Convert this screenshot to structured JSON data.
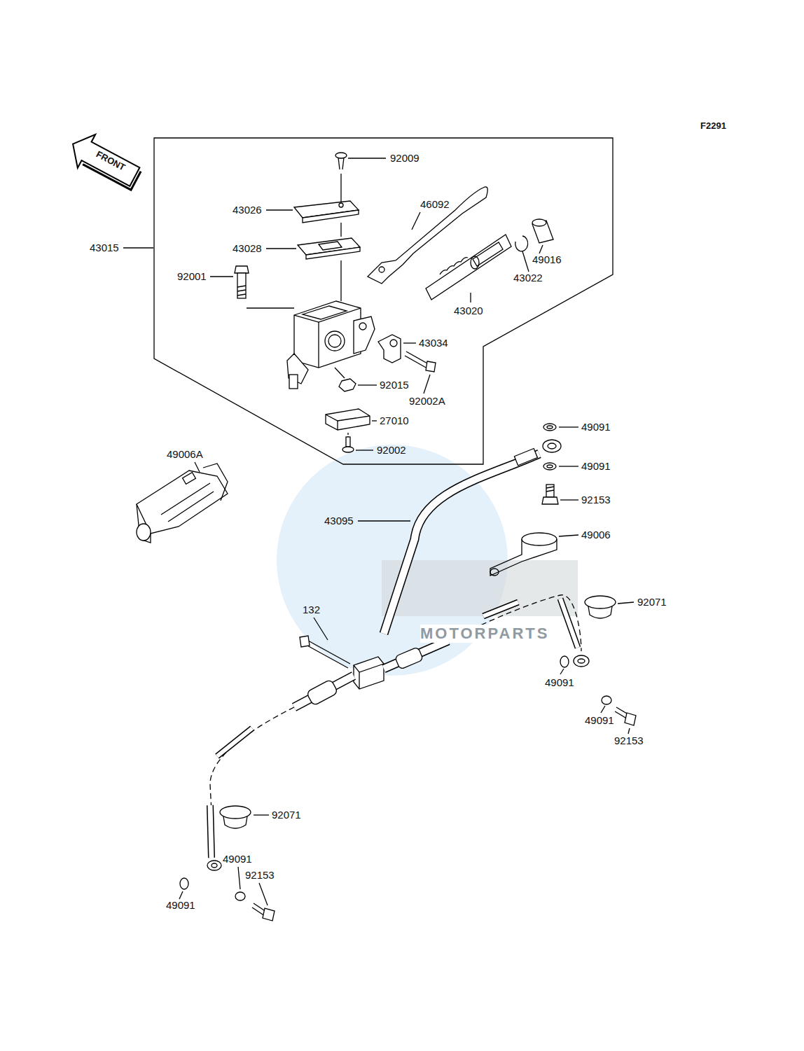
{
  "diagram": {
    "labels": [
      "F2291",
      "FRONT",
      "92009",
      "43026",
      "46092",
      "43015",
      "43028",
      "49016",
      "92001",
      "43022",
      "43020",
      "43034",
      "92015",
      "92002A",
      "27010",
      "49091",
      "92002",
      "49006A",
      "49091",
      "92153",
      "43095",
      "49006",
      "92071",
      "132",
      "49091",
      "49091",
      "92153",
      "92071",
      "49091",
      "92153",
      "49091",
      "MOTORPARTS"
    ]
  }
}
